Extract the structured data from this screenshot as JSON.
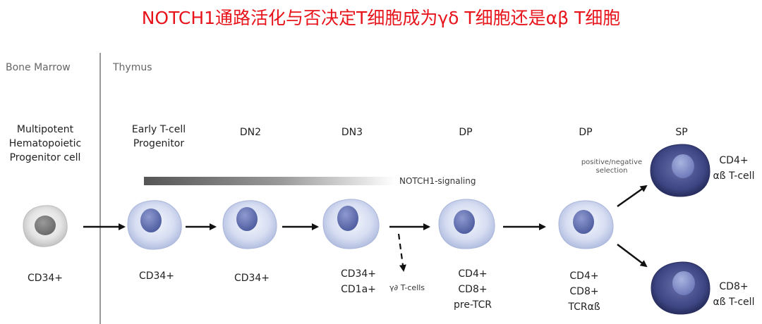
{
  "title": "NOTCH1通路活化与否决定T细胞成为γδ T细胞还是αβ T细胞",
  "regions": {
    "bone_marrow": "Bone Marrow",
    "thymus": "Thymus"
  },
  "stages": {
    "mpp": [
      "Multipotent",
      "Hematopoietic",
      "Progenitor cell"
    ],
    "etp": [
      "Early T-cell",
      "Progenitor"
    ],
    "dn2": "DN2",
    "dn3": "DN3",
    "dp1": "DP",
    "dp2": "DP",
    "sp": "SP"
  },
  "markers": {
    "mpp": [
      "CD34+"
    ],
    "etp": [
      "CD34+"
    ],
    "dn2": [
      "CD34+"
    ],
    "dn3": [
      "CD34+",
      "CD1a+"
    ],
    "dp1": [
      "CD4+",
      "CD8+",
      "pre-TCR"
    ],
    "dp2": [
      "CD4+",
      "CD8+",
      "TCRαß"
    ],
    "sp_cd4": [
      "CD4+",
      "αß T-cell"
    ],
    "sp_cd8": [
      "CD8+",
      "αß T-cell"
    ]
  },
  "notch_label": "NOTCH1-signaling",
  "gamma_delta_label": "γ∂ T-cells",
  "selection_label": [
    "positive/negative",
    "selection"
  ],
  "colors": {
    "title": "#e8141c",
    "thymocyte_membrane": "#c9d4ee",
    "thymocyte_nucleus": "#5a6aaa",
    "progenitor_membrane": "#e2e2e2",
    "progenitor_nucleus": "#7a7a7a",
    "mature_cell": "#3a3e7a"
  }
}
